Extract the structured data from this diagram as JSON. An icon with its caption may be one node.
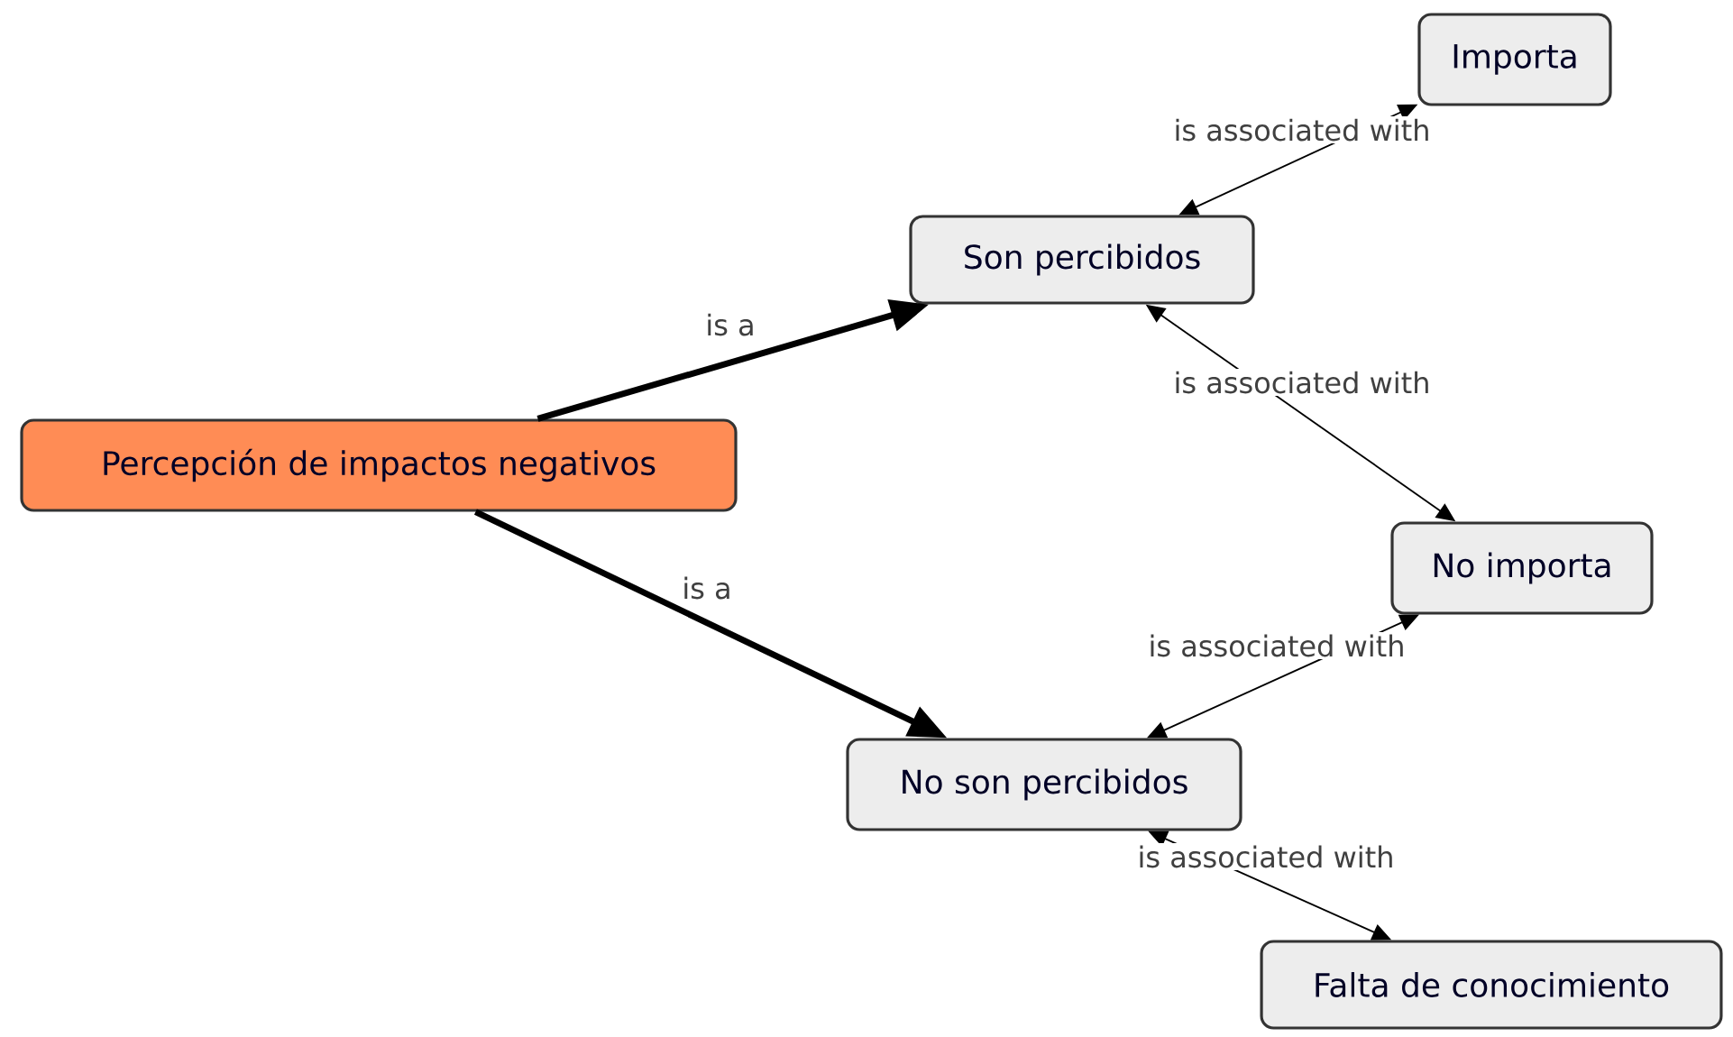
{
  "diagram": {
    "nodes": [
      {
        "text": [
          "Percepción de impactos negativos"
        ]
      },
      {
        "text": [
          "Son percibidos"
        ]
      },
      {
        "text": [
          "Importa"
        ]
      },
      {
        "text": [
          "No importa"
        ]
      },
      {
        "text": [
          "No son percibidos"
        ]
      },
      {
        "text": [
          "Falta de conocimiento"
        ]
      }
    ],
    "edges": [
      {
        "from": 0,
        "to": 1,
        "arrow": "to",
        "label": "is a",
        "style": "thick"
      },
      {
        "from": 0,
        "to": 4,
        "arrow": "to",
        "label": "is a",
        "style": "thick"
      },
      {
        "from": 1,
        "to": 2,
        "arrow": "both",
        "label": "is associated with"
      },
      {
        "from": 1,
        "to": 3,
        "arrow": "both",
        "label": "is associated with"
      },
      {
        "from": 4,
        "to": 3,
        "arrow": "both",
        "label": "is associated with"
      },
      {
        "from": 4,
        "to": 5,
        "arrow": "both",
        "label": "is associated with"
      }
    ]
  }
}
